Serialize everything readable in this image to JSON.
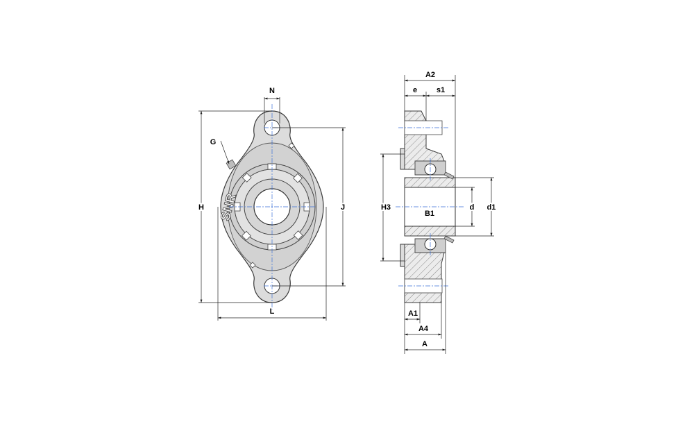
{
  "drawing": {
    "front_view": {
      "brand_logo": "SNR",
      "labels": {
        "N": "N",
        "G": "G",
        "H": "H",
        "J": "J",
        "L": "L"
      }
    },
    "side_view": {
      "labels": {
        "A2": "A2",
        "e": "e",
        "s1": "s1",
        "H3": "H3",
        "B1": "B1",
        "d": "d",
        "d1": "d1",
        "A1": "A1",
        "A4": "A4",
        "A": "A"
      }
    },
    "colors": {
      "outline": "#3a3a3a",
      "centerline": "#3a6fd8",
      "body_fill": "#dcdcdc",
      "hatch": "#8a8a8a"
    }
  }
}
